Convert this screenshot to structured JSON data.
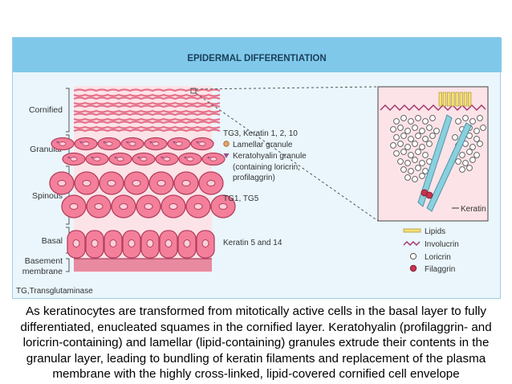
{
  "figure": {
    "title": "EPIDERMAL DIFFERENTIATION",
    "layers": [
      "Cornified",
      "Granular",
      "Spinous",
      "Basal",
      "Basement",
      "membrane"
    ],
    "annotations": {
      "tg3": "TG3, Keratin 1, 2, 10",
      "lamellar": "Lamellar granule",
      "keratohyalin": "Keratohyalin granule",
      "containing1": "(containing loricrin,",
      "containing2": "profilaggrin)",
      "tg1": "TG1, TG5",
      "keratin514": "Keratin 5 and 14"
    },
    "inset_label": "Keratin",
    "legend": [
      "Lipids",
      "Involucrin",
      "Loricrin",
      "Filaggrin"
    ],
    "footnote": "TG,Transglutaminase",
    "colors": {
      "header": "#7fc8ea",
      "panel": "#eaf6fc",
      "cell_fill": "#f47f9a",
      "cell_stroke": "#b3405f",
      "keratin": "#8bd0de",
      "lipid": "#f2e07a",
      "involucrin": "#a0306a",
      "filaggrin": "#c7334f"
    }
  },
  "caption": "As keratinocytes are transformed from mitotically active cells in the basal layer to fully differentiated, enucleated squames in the cornified layer. Keratohyalin (profilaggrin- and loricrin-containing) and lamellar (lipid-containing) granules extrude their contents in the granular layer, leading to bundling of keratin filaments and replacement of the plasma membrane with the highly cross-linked, lipid-covered cornified cell envelope"
}
